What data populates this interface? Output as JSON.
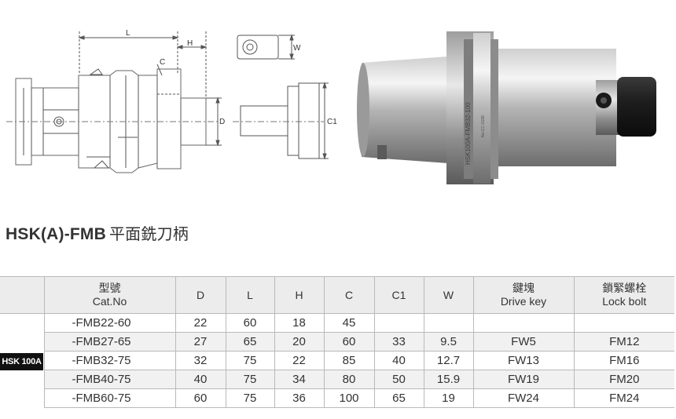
{
  "title": {
    "main": "HSK(A)-FMB",
    "sub": "平面銑刀柄"
  },
  "drawing": {
    "labels": {
      "L": "L",
      "H": "H",
      "C": "C",
      "D": "D",
      "W": "W",
      "C1": "C1"
    }
  },
  "photo": {
    "engraving": "HSK100A-FMB32-100",
    "small_engraving": "No:CC-0198"
  },
  "table": {
    "series": "HSK 100A",
    "headers": [
      {
        "cn": "型號",
        "en": "Cat.No"
      },
      {
        "en": "D"
      },
      {
        "en": "L"
      },
      {
        "en": "H"
      },
      {
        "en": "C"
      },
      {
        "en": "C1"
      },
      {
        "en": "W"
      },
      {
        "cn": "鍵塊",
        "en": "Drive key"
      },
      {
        "cn": "鎖緊螺栓",
        "en": "Lock bolt"
      }
    ],
    "rows": [
      [
        "-FMB22-60",
        "22",
        "60",
        "18",
        "45",
        "",
        "",
        "",
        ""
      ],
      [
        "-FMB27-65",
        "27",
        "65",
        "20",
        "60",
        "33",
        "9.5",
        "FW5",
        "FM12"
      ],
      [
        "-FMB32-75",
        "32",
        "75",
        "22",
        "85",
        "40",
        "12.7",
        "FW13",
        "FM16"
      ],
      [
        "-FMB40-75",
        "40",
        "75",
        "34",
        "80",
        "50",
        "15.9",
        "FW19",
        "FM20"
      ],
      [
        "-FMB60-75",
        "60",
        "75",
        "36",
        "100",
        "65",
        "19",
        "FW24",
        "FM24"
      ]
    ]
  }
}
